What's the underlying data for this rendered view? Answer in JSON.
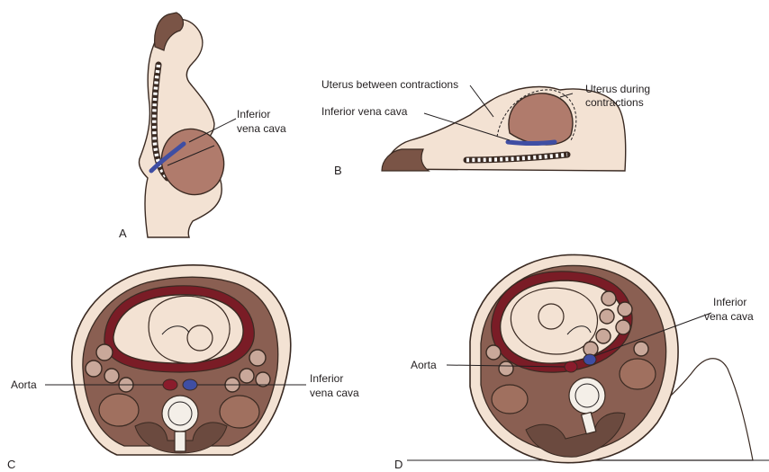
{
  "panels": {
    "a": {
      "letter": "A",
      "ivc_label_line1": "Inferior",
      "ivc_label_line2": "vena cava"
    },
    "b": {
      "letter": "B",
      "uterus_between_label": "Uterus between contractions",
      "uterus_during_line1": "Uterus during",
      "uterus_during_line2": "contractions",
      "ivc_label": "Inferior vena cava"
    },
    "c": {
      "letter": "C",
      "aorta_label": "Aorta",
      "ivc_label_line1": "Inferior",
      "ivc_label_line2": "vena cava"
    },
    "d": {
      "letter": "D",
      "aorta_label": "Aorta",
      "ivc_label_line1": "Inferior",
      "ivc_label_line2": "vena cava"
    }
  },
  "colors": {
    "skin": "#f3e2d3",
    "uterus": "#b07b6c",
    "uterine_wall": "#7a1c26",
    "aorta": "#8a1c2c",
    "vena_cava": "#3f4ea3",
    "outline": "#3a2a22"
  }
}
